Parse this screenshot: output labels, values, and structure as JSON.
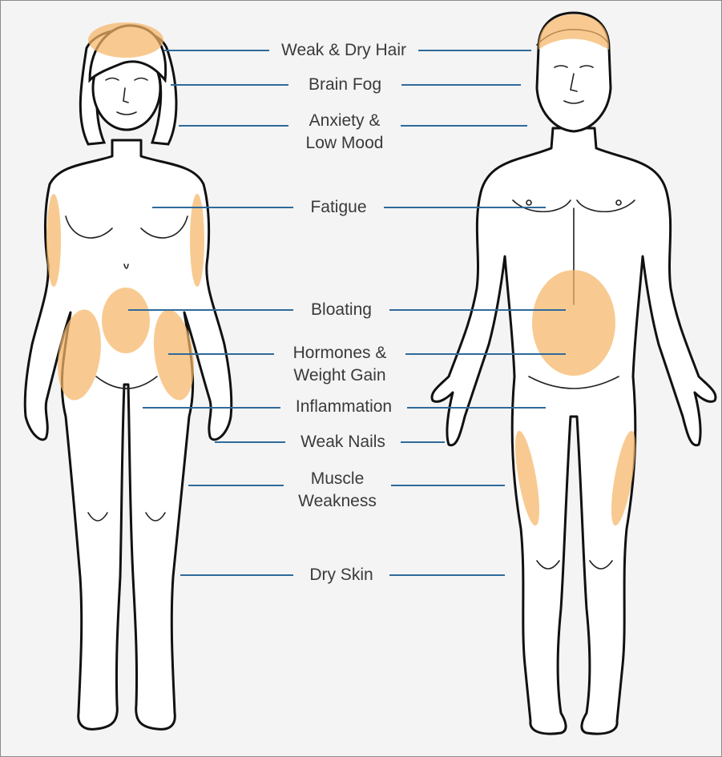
{
  "labels": {
    "weak_dry_hair": "Weak & Dry Hair",
    "brain_fog": "Brain Fog",
    "anxiety_low_mood": "Anxiety &\nLow Mood",
    "fatigue": "Fatigue",
    "bloating": "Bloating",
    "hormones_weight_gain": "Hormones &\nWeight Gain",
    "inflammation": "Inflammation",
    "weak_nails": "Weak Nails",
    "muscle_weakness": "Muscle\nWeakness",
    "dry_skin": "Dry Skin"
  },
  "colors": {
    "highlight": "#f5b567",
    "leader_line": "#2f6a9a",
    "outline": "#111111",
    "background": "#f4f4f4"
  }
}
